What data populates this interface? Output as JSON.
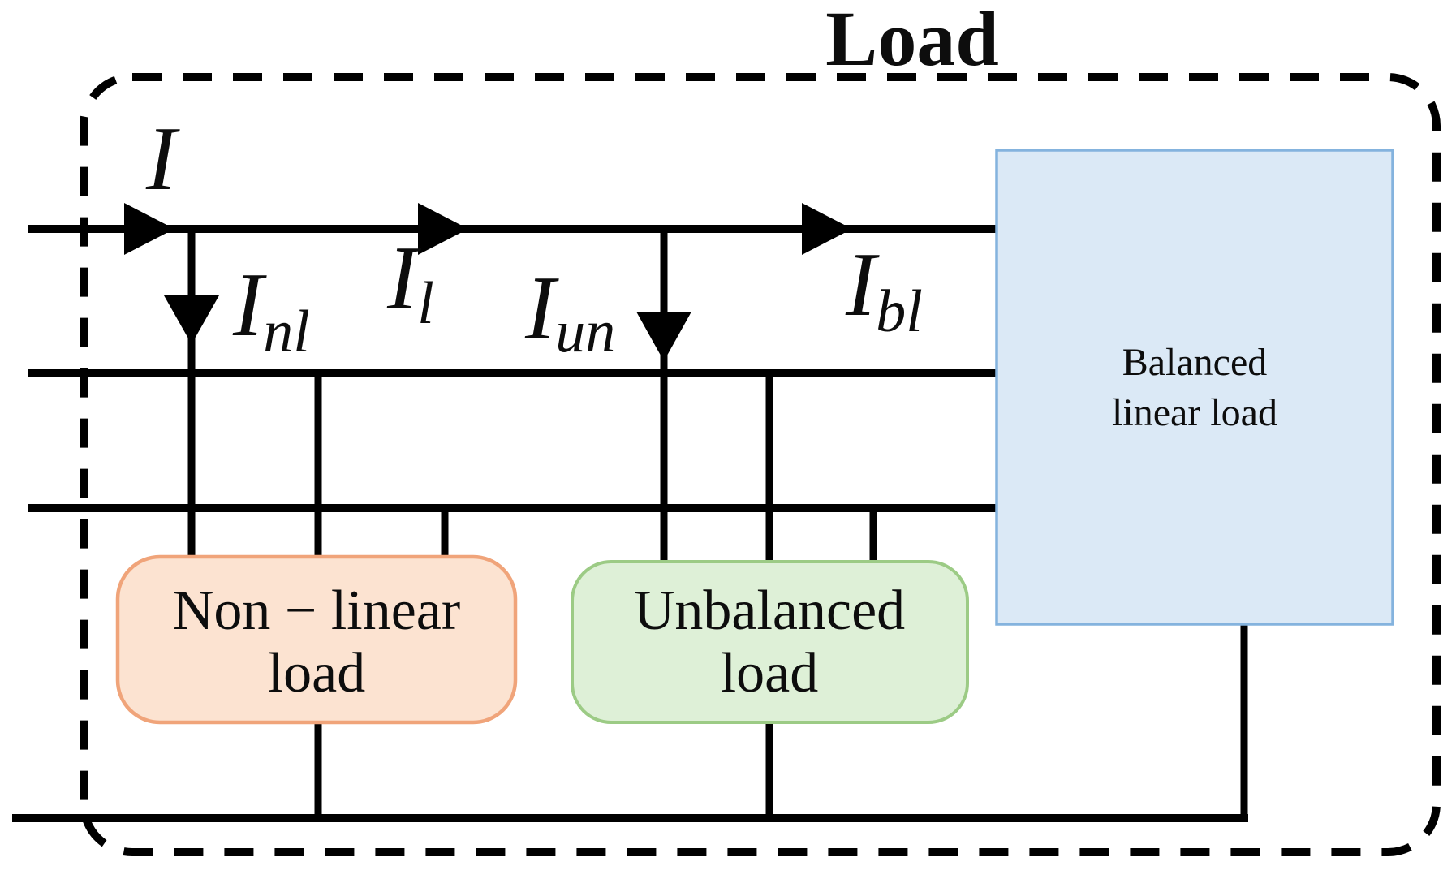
{
  "title": "Load",
  "colors": {
    "line": "#000000",
    "text": "#0d0d0d",
    "nonlinear_box": {
      "fill": "#fce3d1",
      "border": "#f0a47a"
    },
    "unbalanced_box": {
      "fill": "#def0d7",
      "border": "#9ccb85"
    },
    "balanced_box": {
      "fill": "#dbe9f6",
      "border": "#84b3de"
    }
  },
  "current_labels": {
    "supply": {
      "main": "I",
      "sub": ""
    },
    "nonlinear": {
      "main": "I",
      "sub": "nl"
    },
    "linear": {
      "main": "I",
      "sub": "l"
    },
    "unbalanced": {
      "main": "I",
      "sub": "un"
    },
    "balanced": {
      "main": "I",
      "sub": "bl"
    }
  },
  "boxes": {
    "nonlinear": {
      "line1": "Non − linear",
      "line2": "load"
    },
    "unbalanced": {
      "line1": "Unbalanced",
      "line2": "load"
    },
    "balanced": {
      "line1": "Balanced",
      "line2": "linear load"
    }
  }
}
